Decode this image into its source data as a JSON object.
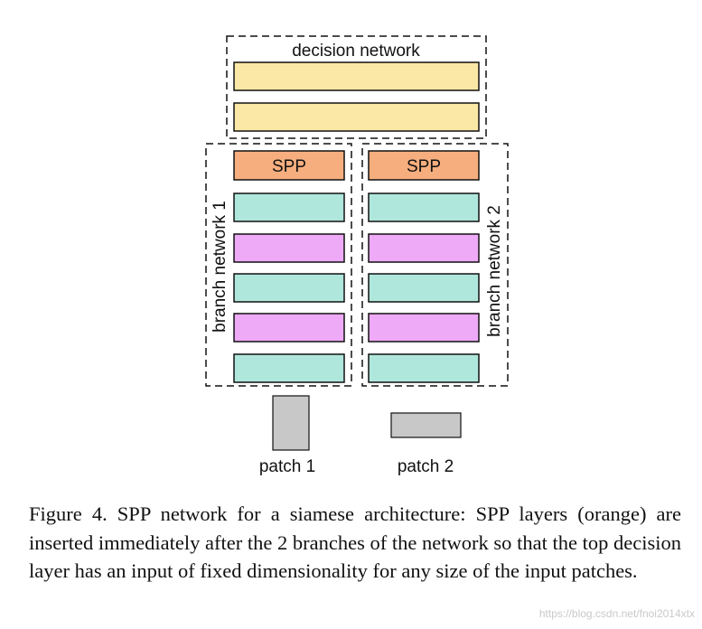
{
  "diagram": {
    "decision_label": "decision network",
    "branch1_label": "branch network 1",
    "branch2_label": "branch network 2",
    "spp_label": "SPP",
    "patch1_label": "patch 1",
    "patch2_label": "patch 2",
    "colors": {
      "decision": "#fbe8a6",
      "spp": "#f6ae7e",
      "teal": "#b0e7dc",
      "pink": "#eea9f7",
      "patch": "#c8c8c8"
    }
  },
  "caption": "Figure 4. SPP network for a siamese architecture: SPP layers (orange) are inserted immediately after the 2 branches of the network so that the top decision layer has an input of fixed dimensionality for any size of the input patches.",
  "watermark": "https://blog.csdn.net/fnoi2014xtx"
}
